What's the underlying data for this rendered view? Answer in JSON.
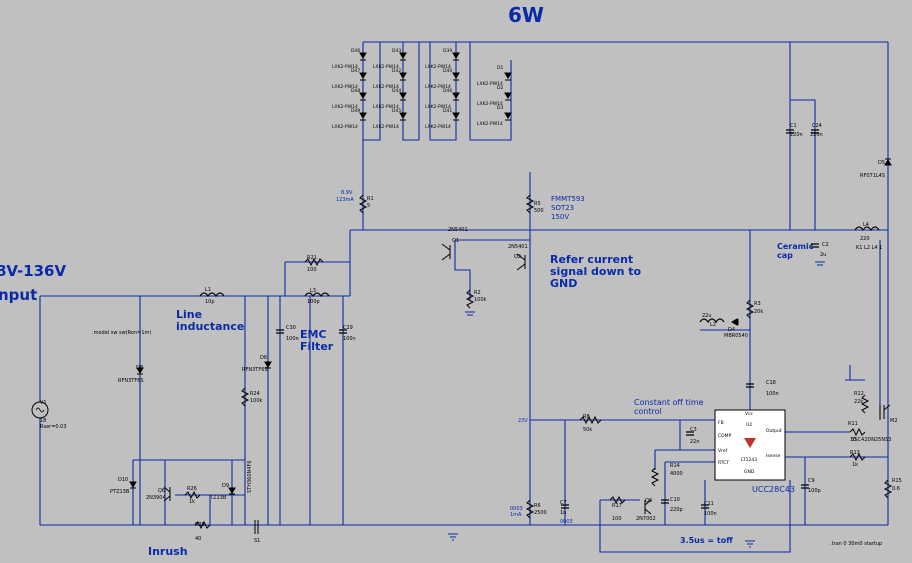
{
  "title": "6W",
  "input_label_1": "8V-136V",
  "input_label_2": "nput",
  "annotations": {
    "line_inductance": "Line\ninductance",
    "emc_filter": "EMC\nFilter",
    "refer_current": "Refer current\nsignal down to\nGND",
    "ceramic_cap": "Ceramic\ncap",
    "constant_off_time": "Constant off time\ncontrol",
    "toff": "3.5us = toff",
    "inrush": "Inrush",
    "fmmt593": "FMMT593",
    "sot23": "SOT23",
    "v150": "150V",
    "ic_name": "UCC28C43"
  },
  "small_labels": {
    "v1": "V1",
    "v1_val": "18",
    "v1_ron": "Rser=0.03",
    "model": ".model sw sw(Ron=1m)",
    "d8": "D8",
    "rfn_d8": "RFN3TF6S",
    "d6": "D6",
    "rfn_d6": "RFN3TF6S",
    "l1": "L1",
    "l1_val": "10p",
    "r21": "R21",
    "r21_val": "100",
    "l3": "L3",
    "l3_val": "100p",
    "c30": "C30",
    "c30_val": "100n",
    "c29": "C29",
    "c29_val": "100n",
    "r24": "R24",
    "r24_val": "100k",
    "d10": "D10",
    "ptz13b": "PTZ13B",
    "q6": "Q6",
    "q6_type": "2N3904",
    "r26": "R26",
    "r26_val": "1k",
    "d9": "D9",
    "d9_type": "TZ13B",
    "r25": "R25",
    "r25_val": "40",
    "s1": "S1",
    "s1_type": "STH360N4F6",
    "vled": "8.9V",
    "iled": "123mA",
    "r1": "R1",
    "r1_val": "5",
    "r5": "R5",
    "r5_val": "500",
    "q1": "Q1",
    "q1_type": "2N5401",
    "q2": "Q2",
    "q2_type": "2N5401",
    "r2": "R2",
    "r2_val": "100k",
    "r3": "R3",
    "r3_val": "20k",
    "r6": "R6",
    "r6_val": "2500",
    "c7": "C7",
    "c7_val": "1n",
    "v_r6": "0003\n1mA",
    "v_c7": "0003",
    "v23": "23V",
    "r8": "R8",
    "r8_val": "50k",
    "c3": "C3",
    "c3_val": "22n",
    "r14": "R14",
    "r14_val": "4000",
    "r17": "R17",
    "r17_val": "100",
    "q8": "Q8",
    "q8_type": "2N7002",
    "c10": "C10",
    "c10_val": "220p",
    "c11": "C11",
    "c11_val": "100n",
    "l2": "L2",
    "l2_val": "22u",
    "d4": "D4",
    "d4_type": "MBR0540",
    "c18": "C18",
    "c18_val": "100n",
    "c1": "C1",
    "c1_val": "220n",
    "c24": "C24",
    "c24_val": "220n",
    "c2": "C2",
    "c2_val": "2u",
    "l4": "L4",
    "l4_val": "220",
    "l4_type": "K1 L2 L4 1",
    "d5": "D5",
    "d5_type": "RF071L4S",
    "r12": "R12",
    "r12_val": "22k",
    "r11": "R11",
    "r11_val": "10",
    "m2": "M2",
    "m2_type": "BSC42DN25NS3",
    "r13": "R13",
    "r13_val": "1k",
    "c9": "C9",
    "c9_val": "100p",
    "r15": "R15",
    "r15_val": "0.6",
    "ic_fb": "FB",
    "ic_comp": "COMP",
    "ic_vref": "Vref",
    "ic_rtct": "RTCT",
    "ic_vcc": "Vcc",
    "ic_u2": "U2",
    "ic_output": "Output",
    "ic_isense": "Isense",
    "ic_part": "LT1243",
    "ic_gnd": "GND",
    "tran": ".tran 0 30m0 startup",
    "led_part": "LXK2-PW14",
    "led_cols": [
      [
        "D46",
        "D47",
        "D48",
        "D49"
      ],
      [
        "D43",
        "D42",
        "D44",
        "D45"
      ],
      [
        "D39",
        "D40",
        "D46",
        "D41"
      ],
      [
        "D1",
        "D2",
        "D3"
      ]
    ]
  },
  "colors": {
    "wire": "#0a2aa8",
    "component": "#000000",
    "background": "#c0c0c0",
    "text_blue": "#0a2aa8",
    "ic_fill": "#ffffff",
    "logo": "#c0322b"
  }
}
